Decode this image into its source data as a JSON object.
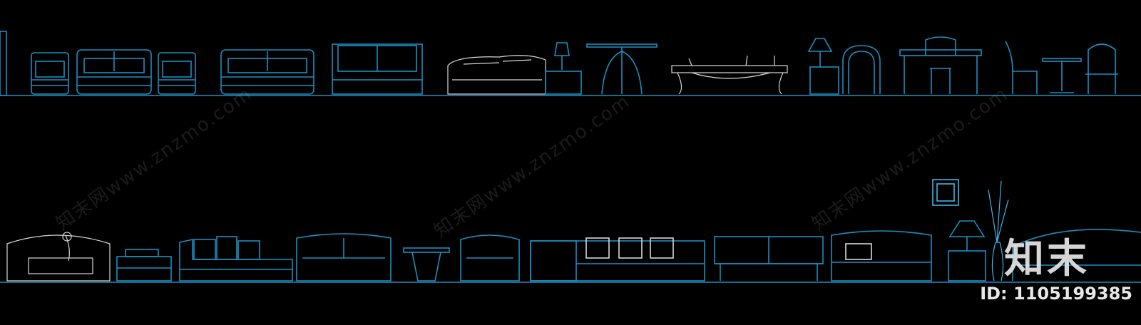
{
  "drawing": {
    "background": "#000000",
    "line_color": "#1a8fc2",
    "accent_color": "#3fb6e8",
    "white_line_color": "#d8d8d8"
  },
  "watermark": {
    "text_1": "知末网www.znzmo.com",
    "text_2": "知末网www.znzmo.com",
    "text_3": "知末网www.znzmo.com"
  },
  "brand": {
    "logo": "知末",
    "id_label": "ID: 1105199385"
  }
}
